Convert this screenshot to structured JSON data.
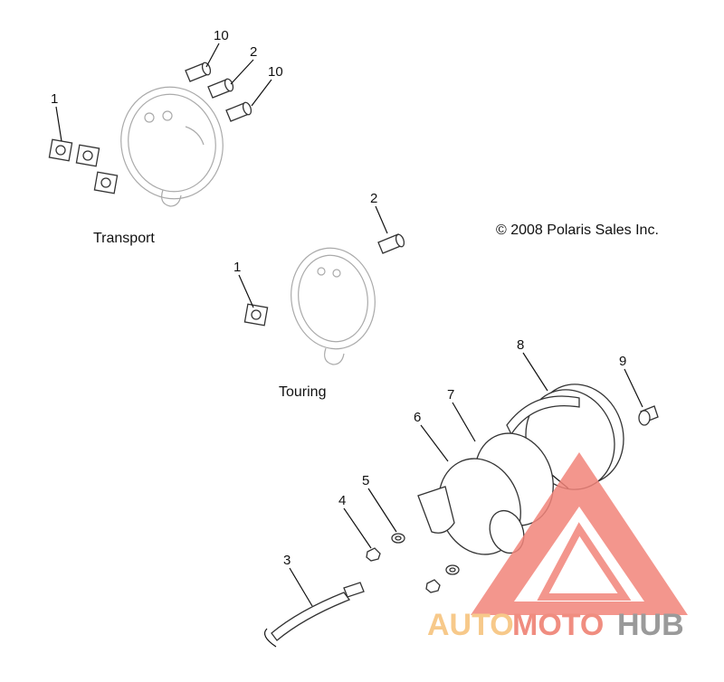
{
  "labels": {
    "copyright": "© 2008 Polaris Sales Inc.",
    "transport": "Transport",
    "touring": "Touring"
  },
  "callouts": {
    "c10a": "10",
    "c2a": "2",
    "c10b": "10",
    "c1a": "1",
    "c2b": "2",
    "c1b": "1",
    "c8": "8",
    "c9": "9",
    "c7": "7",
    "c6": "6",
    "c5": "5",
    "c4": "4",
    "c3": "3"
  },
  "watermark": {
    "auto": "AUTO",
    "moto": "MOTO",
    "hub": "HUB",
    "colors": {
      "auto": "#f7c98a",
      "moto": "#f08d80",
      "hub": "#9a9a9a",
      "triangle": "#f2847a"
    }
  }
}
